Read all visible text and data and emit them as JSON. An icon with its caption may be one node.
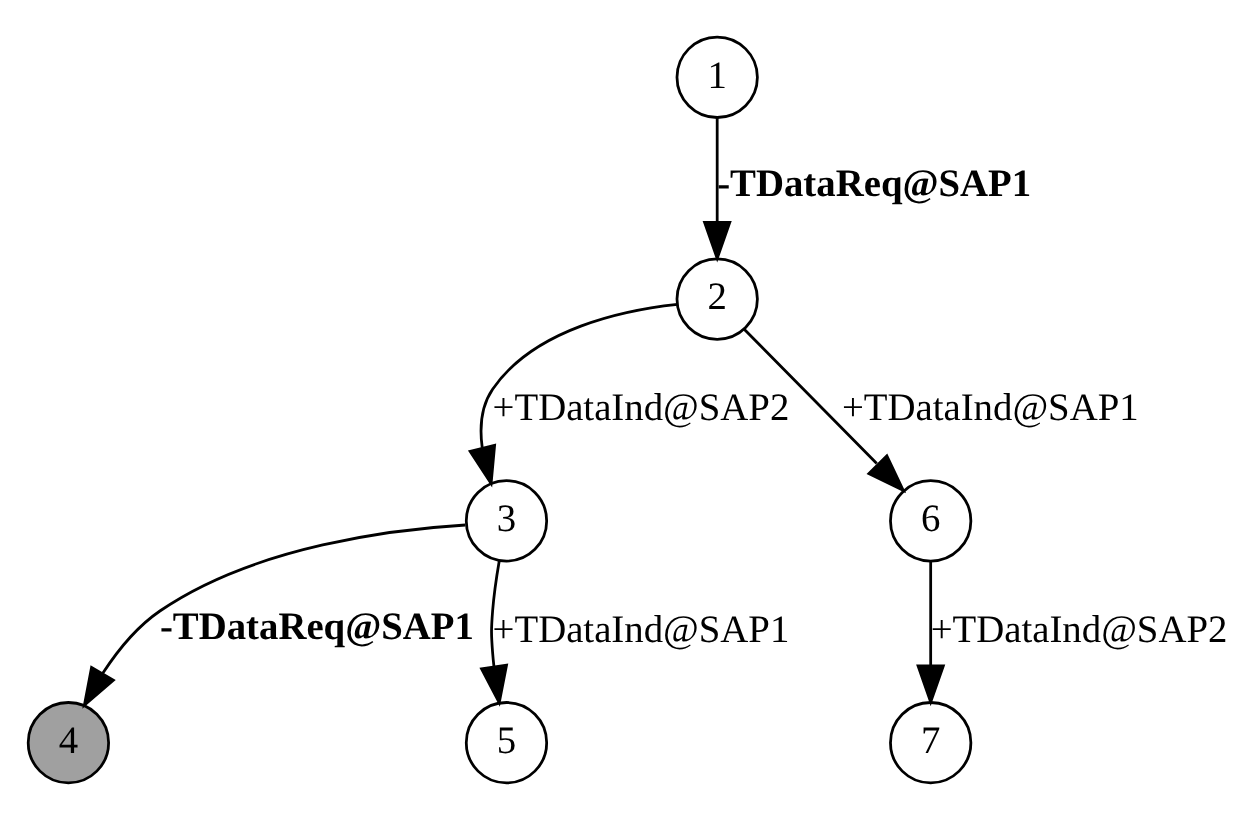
{
  "diagram": {
    "nodes": [
      {
        "text": [
          "1"
        ]
      },
      {
        "text": [
          "2"
        ]
      },
      {
        "text": [
          "3"
        ]
      },
      {
        "text": [
          "4"
        ]
      },
      {
        "text": [
          "5"
        ]
      },
      {
        "text": [
          "6"
        ]
      },
      {
        "text": [
          "7"
        ]
      }
    ],
    "edges": [
      {
        "from": 0,
        "to": 1,
        "arrow": "to",
        "label": "-TDataReq@SAP1"
      },
      {
        "from": 1,
        "to": 2,
        "arrow": "to",
        "label": "+TDataInd@SAP2"
      },
      {
        "from": 1,
        "to": 5,
        "arrow": "to",
        "label": "+TDataInd@SAP1"
      },
      {
        "from": 2,
        "to": 3,
        "arrow": "to",
        "label": "-TDataReq@SAP1"
      },
      {
        "from": 2,
        "to": 4,
        "arrow": "to",
        "label": "+TDataInd@SAP1"
      },
      {
        "from": 5,
        "to": 6,
        "arrow": "to",
        "label": "+TDataInd@SAP2"
      }
    ]
  }
}
